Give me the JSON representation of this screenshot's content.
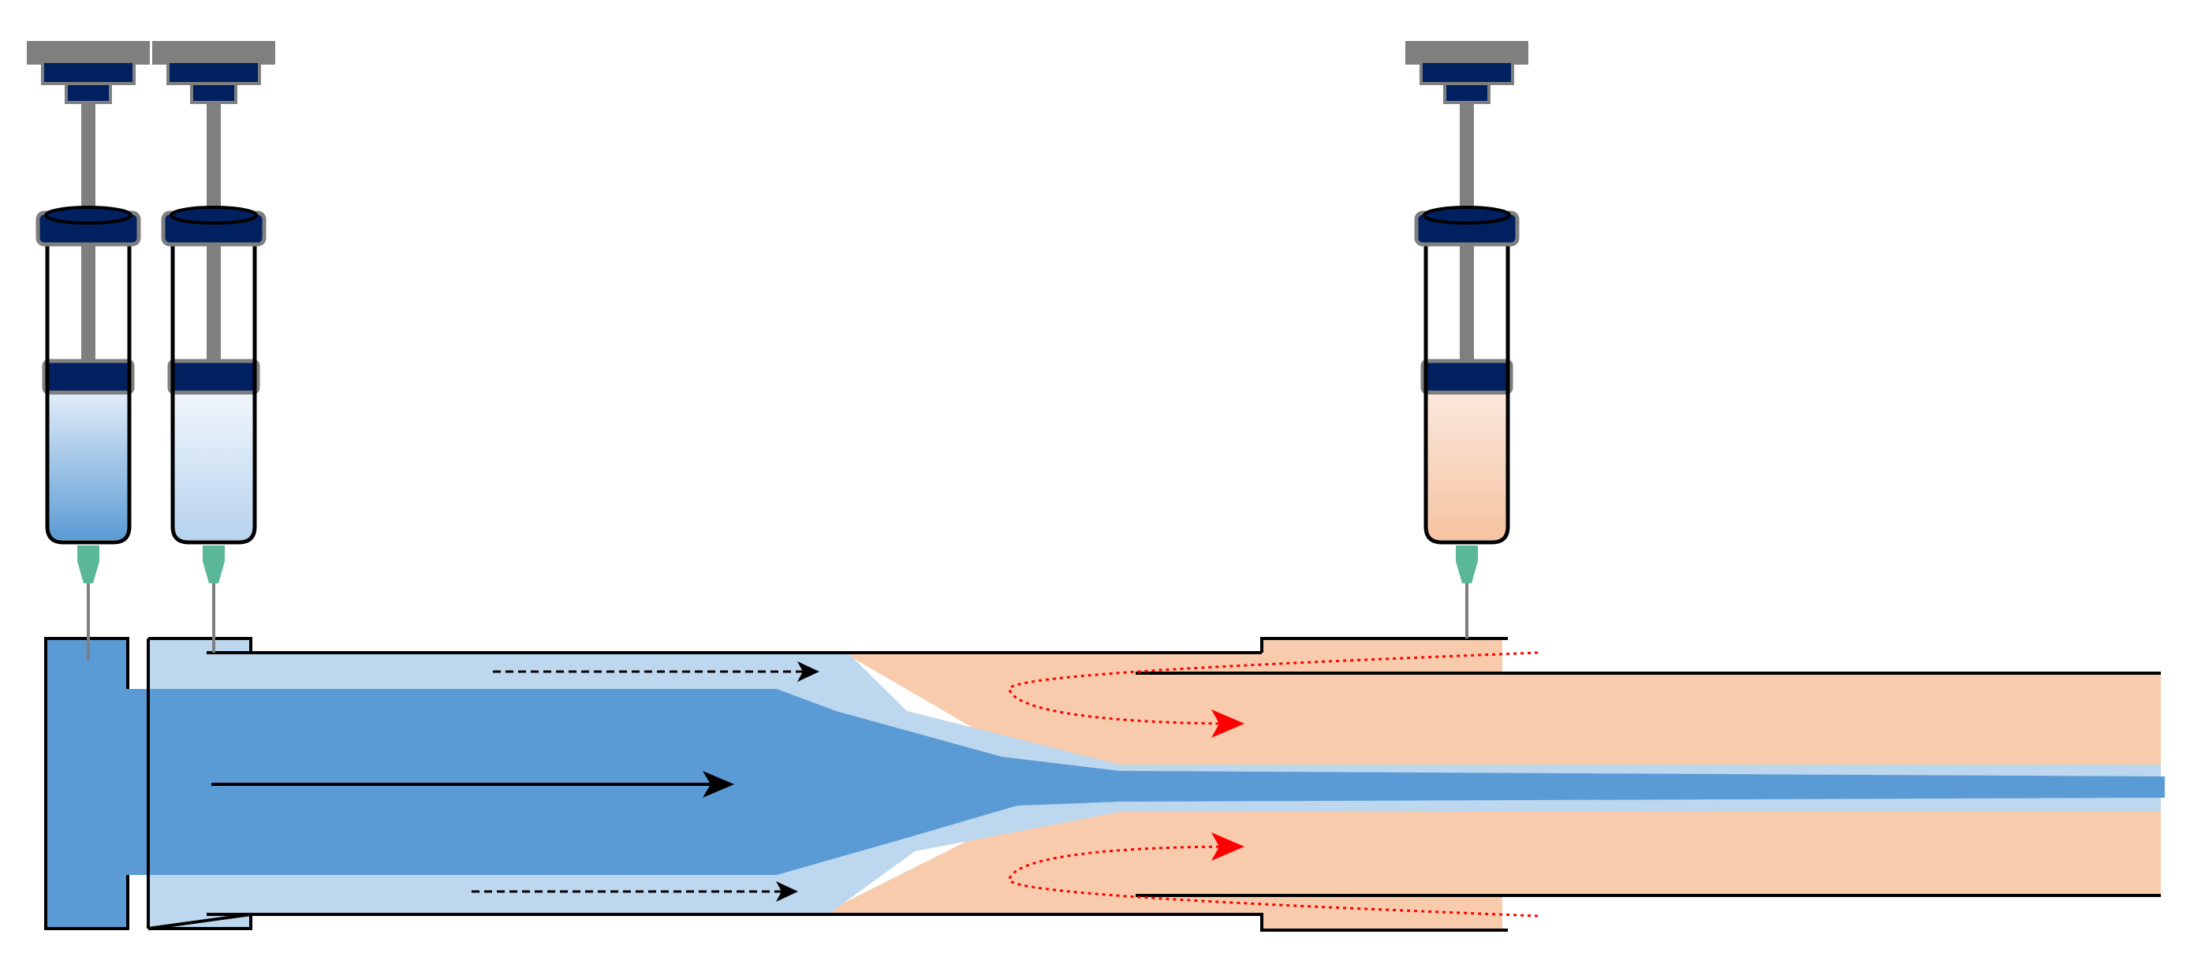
{
  "diagram": {
    "syringes": [
      {
        "id": "syringe-1",
        "fluid": "inner-core-fluid"
      },
      {
        "id": "syringe-2",
        "fluid": "middle-sheath-fluid"
      },
      {
        "id": "syringe-3",
        "fluid": "outer-sheath-fluid"
      }
    ],
    "colors": {
      "dark_blue": "#5b9bd5",
      "light_blue": "#bdd7ee",
      "peach": "#f7cbac",
      "plunger_gray": "#7f7f7f",
      "plunger_navy": "#002060",
      "needle_hub": "#5bb79a",
      "flow_arrow": "#000000",
      "recirculation_arrow": "#ff0000"
    },
    "icons": [
      "syringe-icon",
      "needle-icon",
      "flow-arrow-icon",
      "recirculation-arrow-icon"
    ]
  }
}
